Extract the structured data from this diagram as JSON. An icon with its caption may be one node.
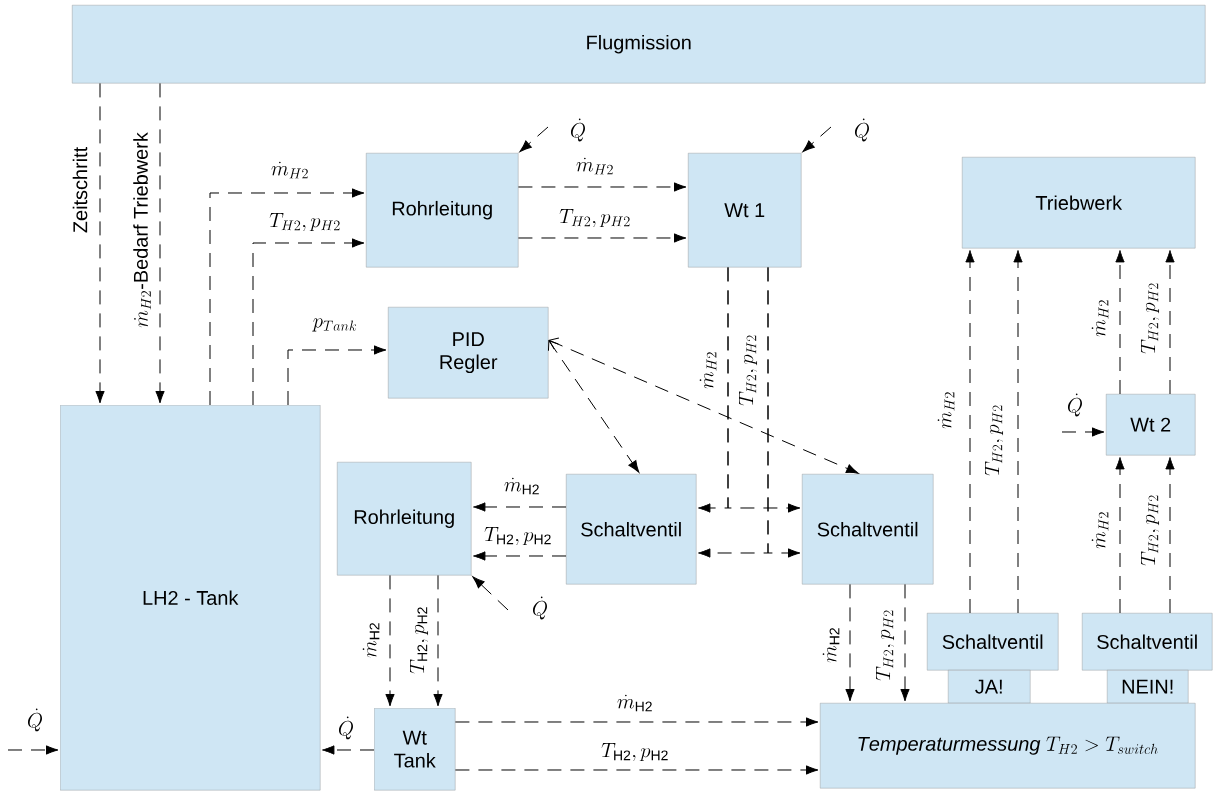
{
  "diagram": {
    "nodes": [
      {
        "text": [
          "Flugmission"
        ]
      },
      {
        "text": [
          "Rohrleitung"
        ]
      },
      {
        "text": [
          "Wt 1"
        ]
      },
      {
        "text": [
          "Triebwerk"
        ]
      },
      {
        "text": [
          "PID Regler"
        ]
      },
      {
        "text": [
          "LH2 - Tank"
        ]
      },
      {
        "text": [
          "Rohrleitung"
        ]
      },
      {
        "text": [
          "Schaltventil"
        ]
      },
      {
        "text": [
          "Schaltventil"
        ]
      },
      {
        "text": [
          "Wt 2"
        ]
      },
      {
        "text": [
          "Schaltventil"
        ]
      },
      {
        "text": [
          "JA!"
        ]
      },
      {
        "text": [
          "Schaltventil"
        ]
      },
      {
        "text": [
          "NEIN!"
        ]
      },
      {
        "text": [
          "Wt Tank"
        ]
      },
      {
        "text": [
          "\\mathit{Temperaturmessung}\\ T_{H2}>T_{switch}"
        ]
      }
    ],
    "edges": [
      {
        "from": 0,
        "to": 5,
        "arrow": "to",
        "label": "Zeitschritt"
      },
      {
        "from": 0,
        "to": 5,
        "arrow": "to",
        "label": "\\dot{m}_{H2}\\mbox{-Bedarf Triebwerk}"
      },
      {
        "from": 5,
        "to": 1,
        "arrow": "to",
        "label": "\\dot{m}_{H2}"
      },
      {
        "from": 5,
        "to": 1,
        "arrow": "to",
        "label": "T_{H2}, p_{H2}"
      },
      {
        "from": 5,
        "to": 4,
        "arrow": "to",
        "label": "p_{Tank}"
      },
      {
        "from": 1,
        "to": 2,
        "arrow": "to",
        "label": "\\dot{m}_{H2}"
      },
      {
        "from": 1,
        "to": 2,
        "arrow": "to",
        "label": "T_{H2}, p_{H2}"
      },
      {
        "from": null,
        "to": 1,
        "arrow": "to",
        "label": "\\dot{Q}"
      },
      {
        "from": null,
        "to": 2,
        "arrow": "to",
        "label": "\\dot{Q}"
      },
      {
        "from": 4,
        "to": 7,
        "arrow": "both"
      },
      {
        "from": 4,
        "to": 8,
        "arrow": "both"
      },
      {
        "from": 7,
        "to": 6,
        "arrow": "to",
        "label": "\\dot{m}_{\\mathrm{H2}}"
      },
      {
        "from": 7,
        "to": 6,
        "arrow": "to",
        "label": "T_{\\mathrm{H2}}, p_{\\mathrm{H2}}"
      },
      {
        "from": 2,
        "to": 7,
        "arrow": "to",
        "label": "\\dot{m}_{H2}"
      },
      {
        "from": 2,
        "to": 8,
        "arrow": "to"
      },
      {
        "from": 2,
        "to": 7,
        "arrow": "to",
        "label": "T_{H2}, p_{H2}"
      },
      {
        "from": 2,
        "to": 8,
        "arrow": "to"
      },
      {
        "from": 6,
        "to": 14,
        "arrow": "to",
        "label": "\\dot{m}_{\\mathrm{H2}}"
      },
      {
        "from": 6,
        "to": 14,
        "arrow": "to",
        "label": "T_{\\mathrm{H2}}, p_{\\mathrm{H2}}"
      },
      {
        "from": null,
        "to": 6,
        "arrow": "to",
        "label": "\\dot{Q}"
      },
      {
        "from": 8,
        "to": 15,
        "arrow": "to",
        "label": "\\dot{m}_{\\mathrm{H2}}"
      },
      {
        "from": 8,
        "to": 15,
        "arrow": "to",
        "label": "T_{H2}, p_{H2}"
      },
      {
        "from": 14,
        "to": 15,
        "arrow": "to",
        "label": "\\dot{m}_{\\mathrm{H2}}"
      },
      {
        "from": 14,
        "to": 15,
        "arrow": "to",
        "label": "T_{\\mathrm{H2}}, p_{\\mathrm{H2}}"
      },
      {
        "from": 14,
        "to": 5,
        "arrow": "to",
        "label": "\\dot{Q}"
      },
      {
        "from": null,
        "to": 5,
        "arrow": "to",
        "label": "\\dot{Q}"
      },
      {
        "from": 10,
        "to": 3,
        "arrow": "to",
        "label": "\\dot{m}_{H2}"
      },
      {
        "from": 10,
        "to": 3,
        "arrow": "to",
        "label": "T_{H2}, p_{H2}"
      },
      {
        "from": 9,
        "to": 3,
        "arrow": "to",
        "label": "\\dot{m}_{H2}"
      },
      {
        "from": 9,
        "to": 3,
        "arrow": "to",
        "label": "T_{H2}, p_{H2}"
      },
      {
        "from": null,
        "to": 9,
        "arrow": "to",
        "label": "\\dot{Q}"
      },
      {
        "from": 12,
        "to": 9,
        "arrow": "to",
        "label": "\\dot{m}_{H2}"
      },
      {
        "from": 12,
        "to": 9,
        "arrow": "to",
        "label": "T_{H2}, p_{H2}"
      }
    ]
  }
}
